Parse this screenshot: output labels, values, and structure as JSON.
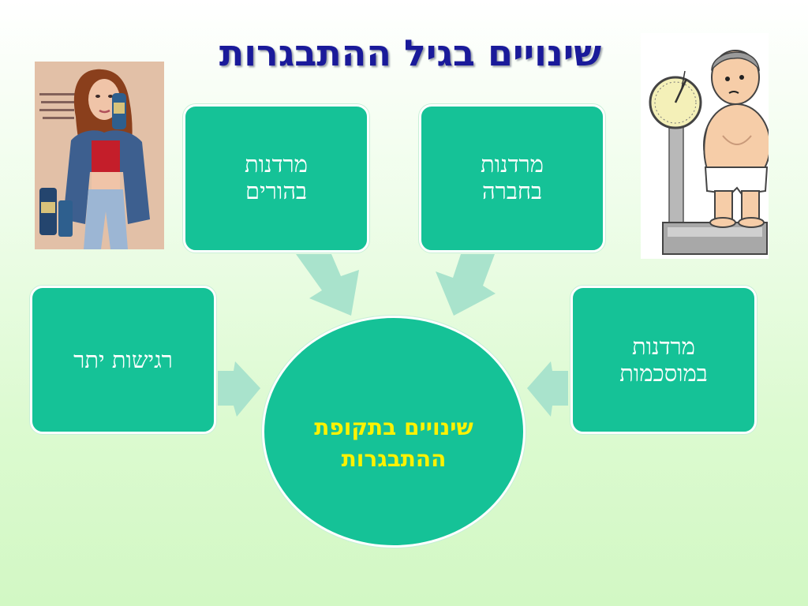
{
  "title": "שינויים בגיל ההתבגרות",
  "boxes": {
    "parents": "מרדנות\nבהורים",
    "society": "מרדנות\nבחברה",
    "sensitivity": "רגישות יתר",
    "conventions": "מרדנות\nבמוסכמות"
  },
  "center": "שינויים בתקופת\nההתבגרות",
  "images": {
    "girl": "teen-girl-ad-image",
    "boy": "boy-on-scale-image"
  },
  "colors": {
    "node_fill": "#15c297",
    "arrow_fill": "#a9e3cc",
    "title_color": "#1a1a9a",
    "center_text": "#fff200"
  }
}
